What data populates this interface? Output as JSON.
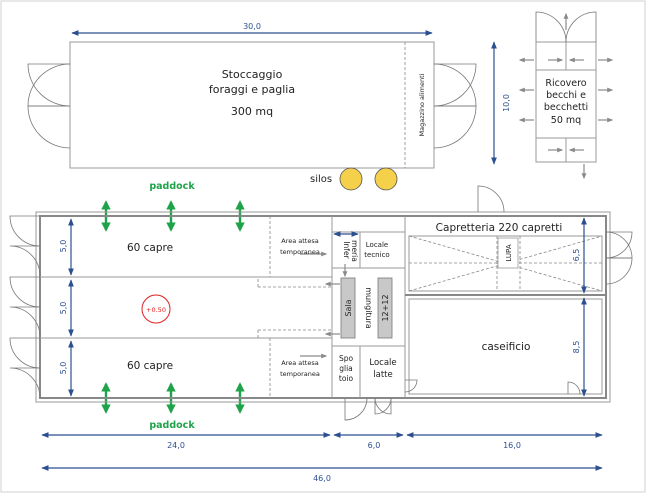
{
  "plan": {
    "storage": {
      "title_line1": "Stoccaggio",
      "title_line2": "foraggi e paglia",
      "area": "300 mq",
      "side_label": "Magazzino alimenti"
    },
    "shelter": {
      "line1": "Ricovero",
      "line2": "becchi e",
      "line3": "becchetti",
      "area": "50 mq"
    },
    "silos_label": "silos",
    "paddock_top": "paddock",
    "paddock_bottom": "paddock",
    "pens": {
      "top_label": "60 capre",
      "bottom_label": "60 capre",
      "level_marker": "+0.50"
    },
    "rooms": {
      "waiting_top": [
        "Area attesa",
        "temporanea"
      ],
      "waiting_bottom": [
        "Area attesa",
        "temporanea"
      ],
      "infirmary": [
        "Infer",
        "meria"
      ],
      "tech_room": [
        "Locale",
        "tecnico"
      ],
      "milking_hall": "Sala",
      "milking_word": "mungitura",
      "milking_count": "12+12",
      "changing": [
        "Spo",
        "glia",
        "toio"
      ],
      "milk_room": [
        "Locale",
        "latte"
      ],
      "goat_house": "Capretteria 220 capretti",
      "lupa": "LUPA",
      "dairy": "caseificio"
    },
    "dimensions": {
      "storage_width": "30,0",
      "storage_depth": "10,0",
      "pen_top": "5,0",
      "pen_mid": "5,0",
      "pen_bottom": "5,0",
      "goat_house_depth": "6,5",
      "dairy_depth": "8,5",
      "main_length": "24,0",
      "service_length": "6,0",
      "right_length": "16,0",
      "total_length": "46,0"
    },
    "colors": {
      "dimension_blue": "#2c4f8f",
      "paddock_green": "#1fa34a",
      "marker_red": "#e02020",
      "silo_yellow": "#f5d04a"
    }
  }
}
